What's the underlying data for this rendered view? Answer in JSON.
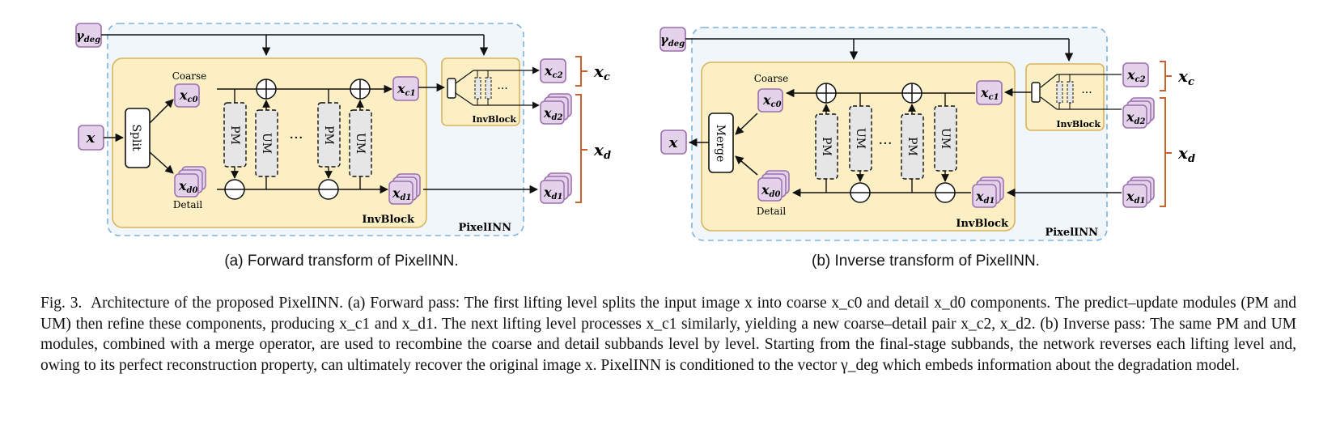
{
  "panel_a": {
    "gamma": "γ",
    "gamma_sub": "deg",
    "input": "x",
    "split": "Split",
    "coarse_label": "Coarse",
    "detail_label": "Detail",
    "xc0": "x",
    "xc0_sub": "c0",
    "xd0": "x",
    "xd0_sub": "d0",
    "xc1": "x",
    "xc1_sub": "c1",
    "xd1": "x",
    "xd1_sub": "d1",
    "xc2": "x",
    "xc2_sub": "c2",
    "xd2": "x",
    "xd2_sub": "d2",
    "out_xd1": "x",
    "out_xd1_sub": "d1",
    "pm": "PM",
    "um": "UM",
    "ellipsis": "···",
    "small_ellipsis": "···",
    "invblock": "InvBlock",
    "invblock_small": "InvBlock",
    "pixelinn": "PixelINN",
    "xc_brace": "x",
    "xc_brace_sub": "c",
    "xd_brace": "x",
    "xd_brace_sub": "d",
    "subcaption": "(a) Forward transform of PixelINN."
  },
  "panel_b": {
    "gamma": "γ",
    "gamma_sub": "deg",
    "output": "x",
    "merge": "Merge",
    "coarse_label": "Coarse",
    "detail_label": "Detail",
    "xc0": "x",
    "xc0_sub": "c0",
    "xd0": "x",
    "xd0_sub": "d0",
    "xc1": "x",
    "xc1_sub": "c1",
    "xd1": "x",
    "xd1_sub": "d1",
    "xc2": "x",
    "xc2_sub": "c2",
    "xd2": "x",
    "xd2_sub": "d2",
    "in_xd1": "x",
    "in_xd1_sub": "d1",
    "pm": "PM",
    "um": "UM",
    "ellipsis": "···",
    "small_ellipsis": "···",
    "invblock": "InvBlock",
    "invblock_small": "InvBlock",
    "pixelinn": "PixelINN",
    "xc_brace": "x",
    "xc_brace_sub": "c",
    "xd_brace": "x",
    "xd_brace_sub": "d",
    "subcaption": "(b) Inverse transform of PixelINN."
  },
  "caption": {
    "label": "Fig. 3.",
    "text": "Architecture of the proposed PixelINN. (a) Forward pass: The first lifting level splits the input image x into coarse x_c0 and detail x_d0 components. The predict–update modules (PM and UM) then refine these components, producing x_c1 and x_d1. The next lifting level processes x_c1 similarly, yielding a new coarse–detail pair x_c2, x_d2. (b) Inverse pass: The same PM and UM modules, combined with a merge operator, are used to recombine the coarse and detail subbands level by level. Starting from the final-stage subbands, the network reverses each lifting level and, owing to its perfect reconstruction property, can ultimately recover the original image x. PixelINN is conditioned to the vector γ_deg which embeds information about the degradation model."
  },
  "colors": {
    "pixelinn_fill": "#f1f6fb",
    "pixelinn_border": "#7fb3dc",
    "invblock_fill": "#fcefc4",
    "invblock_border": "#d9b45c",
    "node_fill": "#e3d2ea",
    "node_border": "#9b6fae",
    "module_fill": "#e6e6e6",
    "brace": "#c8612b"
  }
}
